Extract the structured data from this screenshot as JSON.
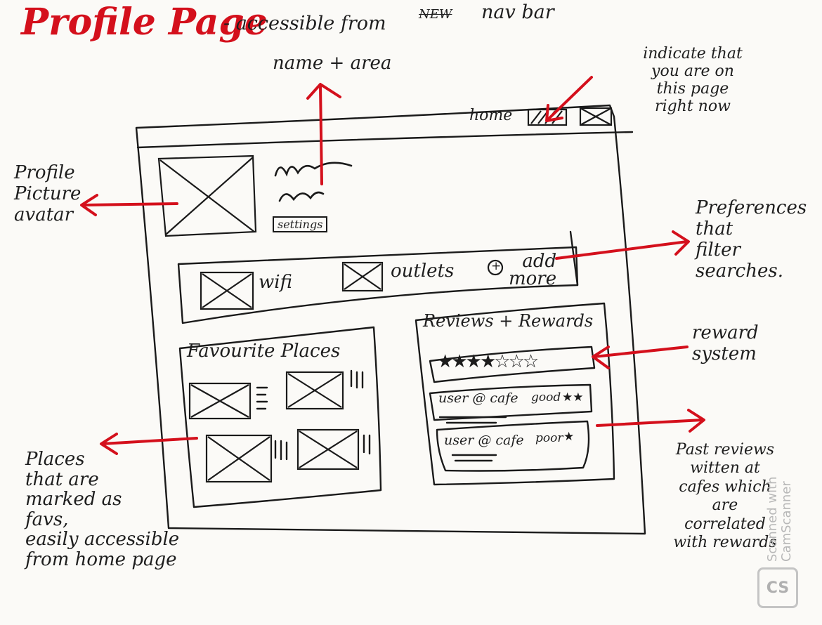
{
  "heading": {
    "title": "Profile Page",
    "subtitle": "- accessible from",
    "struck_word": "NEW",
    "subtitle_end": "nav bar"
  },
  "annotations": {
    "name_area": "name + area",
    "indicates": "indicate that\nyou are on\nthis page\nright now",
    "profile_picture": "Profile\nPicture\navatar",
    "preferences": "Preferences\nthat\nfilter\nsearches.",
    "reward_system": "reward\nsystem",
    "favourites": "Places\nthat are\nmarked as\nfavs,\neasily accessible\nfrom home page",
    "past_reviews": "Past reviews\nwitten at\ncafes which\nare\ncorrelated\nwith rewards"
  },
  "wireframe": {
    "nav": {
      "home_label": "home"
    },
    "profile": {
      "settings_label": "settings"
    },
    "preferences": {
      "items": [
        {
          "label": "wifi"
        },
        {
          "label": "outlets"
        }
      ],
      "add_icon": "+",
      "add_label": "add\nmore"
    },
    "favourites": {
      "title": "Favourite Places"
    },
    "reviews": {
      "title": "Reviews + Rewards",
      "stars_total": 7,
      "stars_filled": 4,
      "entries": [
        {
          "text": "user @ cafe",
          "rating_text": "good",
          "stars": "★★"
        },
        {
          "text": "user @ cafe",
          "rating_text": "poor",
          "stars": "★"
        }
      ]
    }
  },
  "watermark": {
    "text": "Scanned with\nCamScanner",
    "logo": "CS"
  },
  "colors": {
    "accent": "#d4101c",
    "ink": "#1a1a1a",
    "paper": "#fbfaf7"
  }
}
